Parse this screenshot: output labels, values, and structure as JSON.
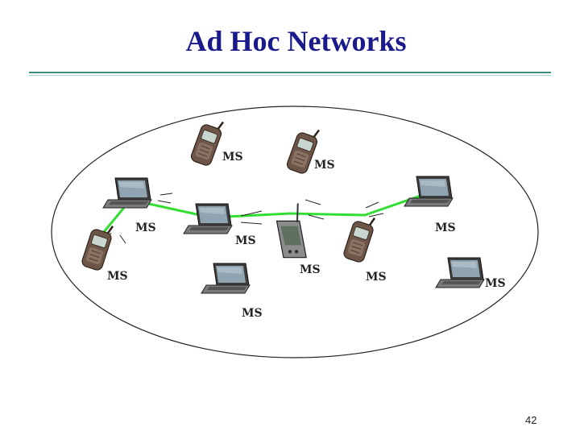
{
  "slide": {
    "title": "Ad Hoc Networks",
    "page_number": "42"
  },
  "diagram": {
    "node_label": "MS",
    "link_color": "#33dd33",
    "nodes": [
      {
        "id": "phone-top-left",
        "kind": "cell-phone",
        "label": "MS"
      },
      {
        "id": "phone-top-center",
        "kind": "cell-phone",
        "label": "MS"
      },
      {
        "id": "laptop-left",
        "kind": "laptop",
        "label": "MS"
      },
      {
        "id": "phone-left",
        "kind": "cell-phone",
        "label": "MS"
      },
      {
        "id": "laptop-center",
        "kind": "laptop",
        "label": "MS"
      },
      {
        "id": "pda-center",
        "kind": "pda",
        "label": "MS"
      },
      {
        "id": "phone-right",
        "kind": "cell-phone",
        "label": "MS"
      },
      {
        "id": "laptop-right-top",
        "kind": "laptop",
        "label": "MS"
      },
      {
        "id": "laptop-bottom",
        "kind": "laptop",
        "label": "MS"
      },
      {
        "id": "laptop-right-bottom",
        "kind": "laptop",
        "label": "MS"
      }
    ],
    "links": [
      {
        "from": "laptop-left",
        "to": "laptop-center"
      },
      {
        "from": "laptop-left",
        "to": "phone-left"
      },
      {
        "from": "laptop-center",
        "to": "pda-center"
      },
      {
        "from": "pda-center",
        "to": "phone-right"
      },
      {
        "from": "phone-right",
        "to": "laptop-right-top"
      }
    ]
  }
}
